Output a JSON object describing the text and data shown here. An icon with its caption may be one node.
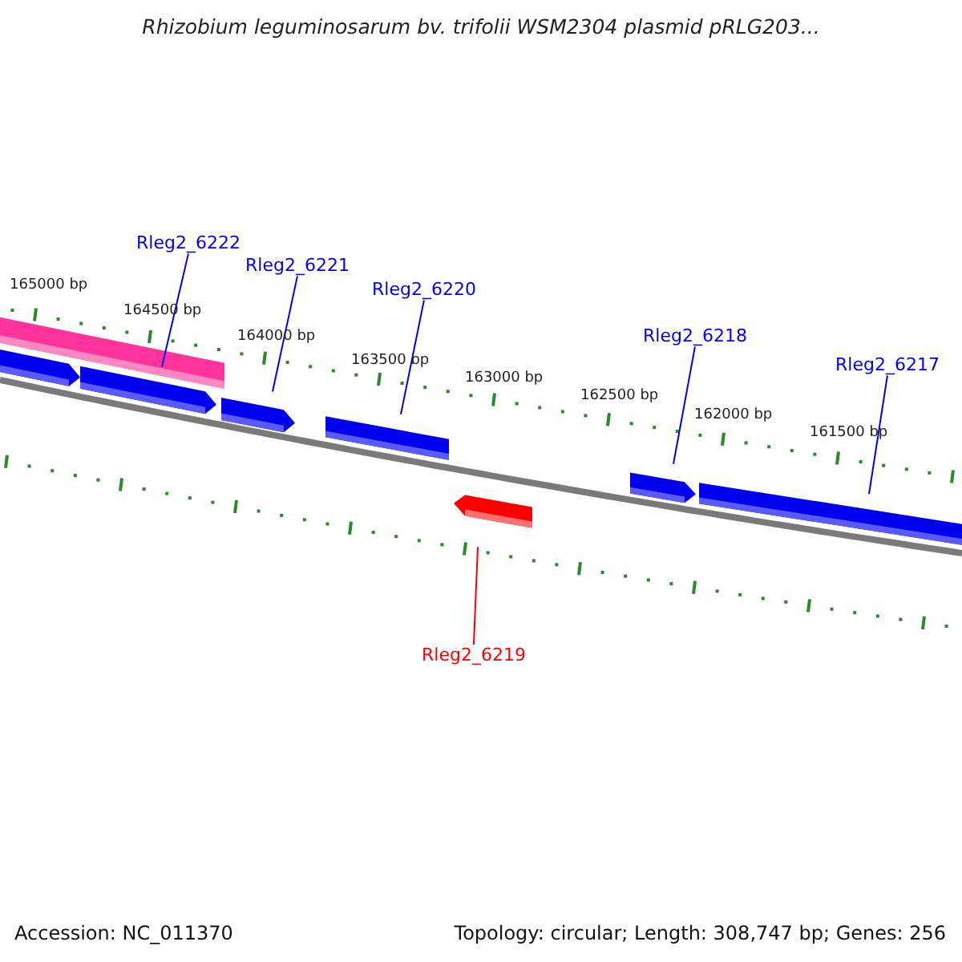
{
  "diagram": {
    "title": "Rhizobium leguminosarum bv. trifolii WSM2304 plasmid pRLG203...",
    "nodes": [
      {
        "text": [
          "Rleg2_6222"
        ]
      },
      {
        "text": [
          "Rleg2_6221"
        ]
      },
      {
        "text": [
          "Rleg2_6220"
        ]
      },
      {
        "text": [
          "Rleg2_6218"
        ]
      },
      {
        "text": [
          "Rleg2_6217"
        ]
      },
      {
        "text": [
          "Rleg2_6219"
        ]
      },
      {
        "text": [],
        "shape": "bar"
      },
      {
        "text": [],
        "shape": "arrow"
      },
      {
        "text": [],
        "shape": "arrow"
      },
      {
        "text": [],
        "shape": "arrow"
      },
      {
        "text": [],
        "shape": "arrow"
      },
      {
        "text": [],
        "shape": "arrow"
      },
      {
        "text": [],
        "shape": "arrow"
      },
      {
        "text": [],
        "shape": "arrow"
      }
    ],
    "edges": [
      {
        "from": 0,
        "to": 8,
        "arrow": "none"
      },
      {
        "from": 1,
        "to": 9,
        "arrow": "none"
      },
      {
        "from": 2,
        "to": 10,
        "arrow": "none"
      },
      {
        "from": 3,
        "to": 12,
        "arrow": "none"
      },
      {
        "from": 4,
        "to": 13,
        "arrow": "none"
      },
      {
        "from": 5,
        "to": 11,
        "arrow": "none",
        "color": "#ff0000"
      }
    ],
    "labels": [
      "165000 bp",
      "164500 bp",
      "164000 bp",
      "163500 bp",
      "163000 bp",
      "162500 bp",
      "162000 bp",
      "161500 bp",
      "Accession: NC_011370",
      "Topology: circular; Length: 308,747 bp; Genes: 256"
    ]
  }
}
